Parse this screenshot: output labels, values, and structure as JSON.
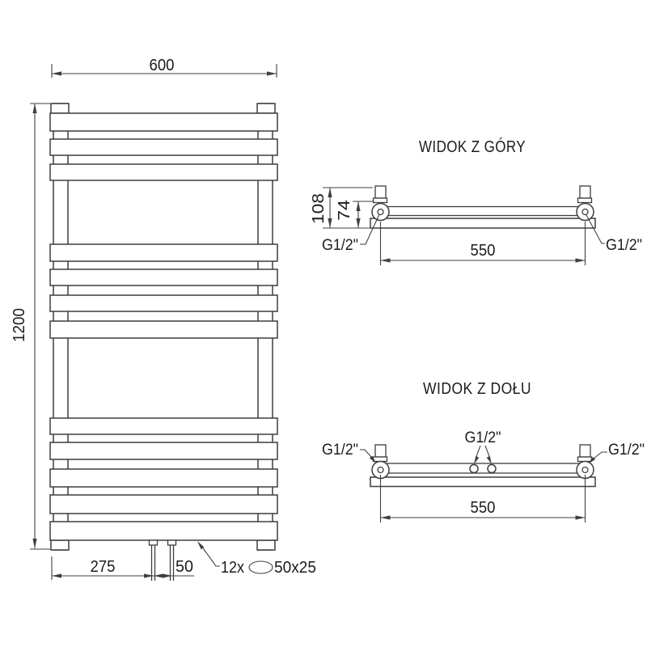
{
  "front_view": {
    "dim_width": "600",
    "dim_height": "1200",
    "dim_pipe_offset": "275",
    "dim_pipe_spacing": "50",
    "tube_note_count": "12x",
    "tube_note_size": "50x25"
  },
  "top_view": {
    "title": "WIDOK Z GÓRY",
    "dim_depth_total": "108",
    "dim_depth_axis": "74",
    "dim_connection_spacing": "550",
    "thread_left": "G1/2\"",
    "thread_right": "G1/2\""
  },
  "bottom_view": {
    "title": "WIDOK Z DOŁU",
    "dim_connection_spacing": "550",
    "thread_left": "G1/2\"",
    "thread_center": "G1/2\"",
    "thread_right": "G1/2\""
  }
}
